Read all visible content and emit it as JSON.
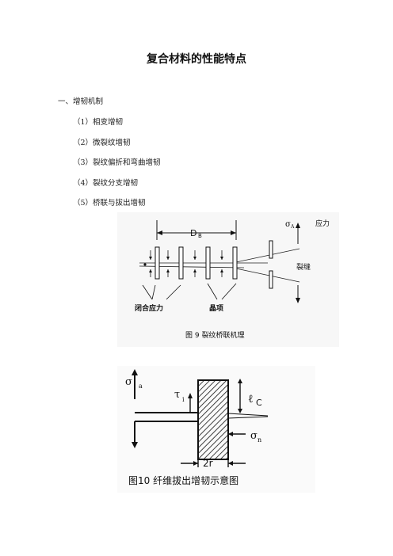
{
  "document": {
    "title": "复合材料的性能特点",
    "section_heading": "一、增韧机制",
    "items": [
      "（1）相变增韧",
      "（2）微裂纹增韧",
      "（3）裂纹偏折和弯曲增韧",
      "（4）裂纹分支增韧",
      "（5）桥联与拔出增韧"
    ]
  },
  "figure9": {
    "label_db": "D",
    "label_db_sub": "B",
    "label_sigma": "σ",
    "label_sigma_sub": "A",
    "label_stress": "应力",
    "label_crack": "裂缝",
    "label_closing_stress": "闭合应力",
    "label_grain": "晶项",
    "caption": "图 9   裂纹桥联机理"
  },
  "figure10": {
    "label_sigma_a": "σ",
    "label_sigma_a_sub": "a",
    "label_tau": "τ",
    "label_tau_sub": "i",
    "label_lc": "ℓ",
    "label_lc_sub": "C",
    "label_sigma_n": "σ",
    "label_sigma_n_sub": "n",
    "label_2r": "2r",
    "caption": "图10  纤维拔出增韧示意图"
  }
}
